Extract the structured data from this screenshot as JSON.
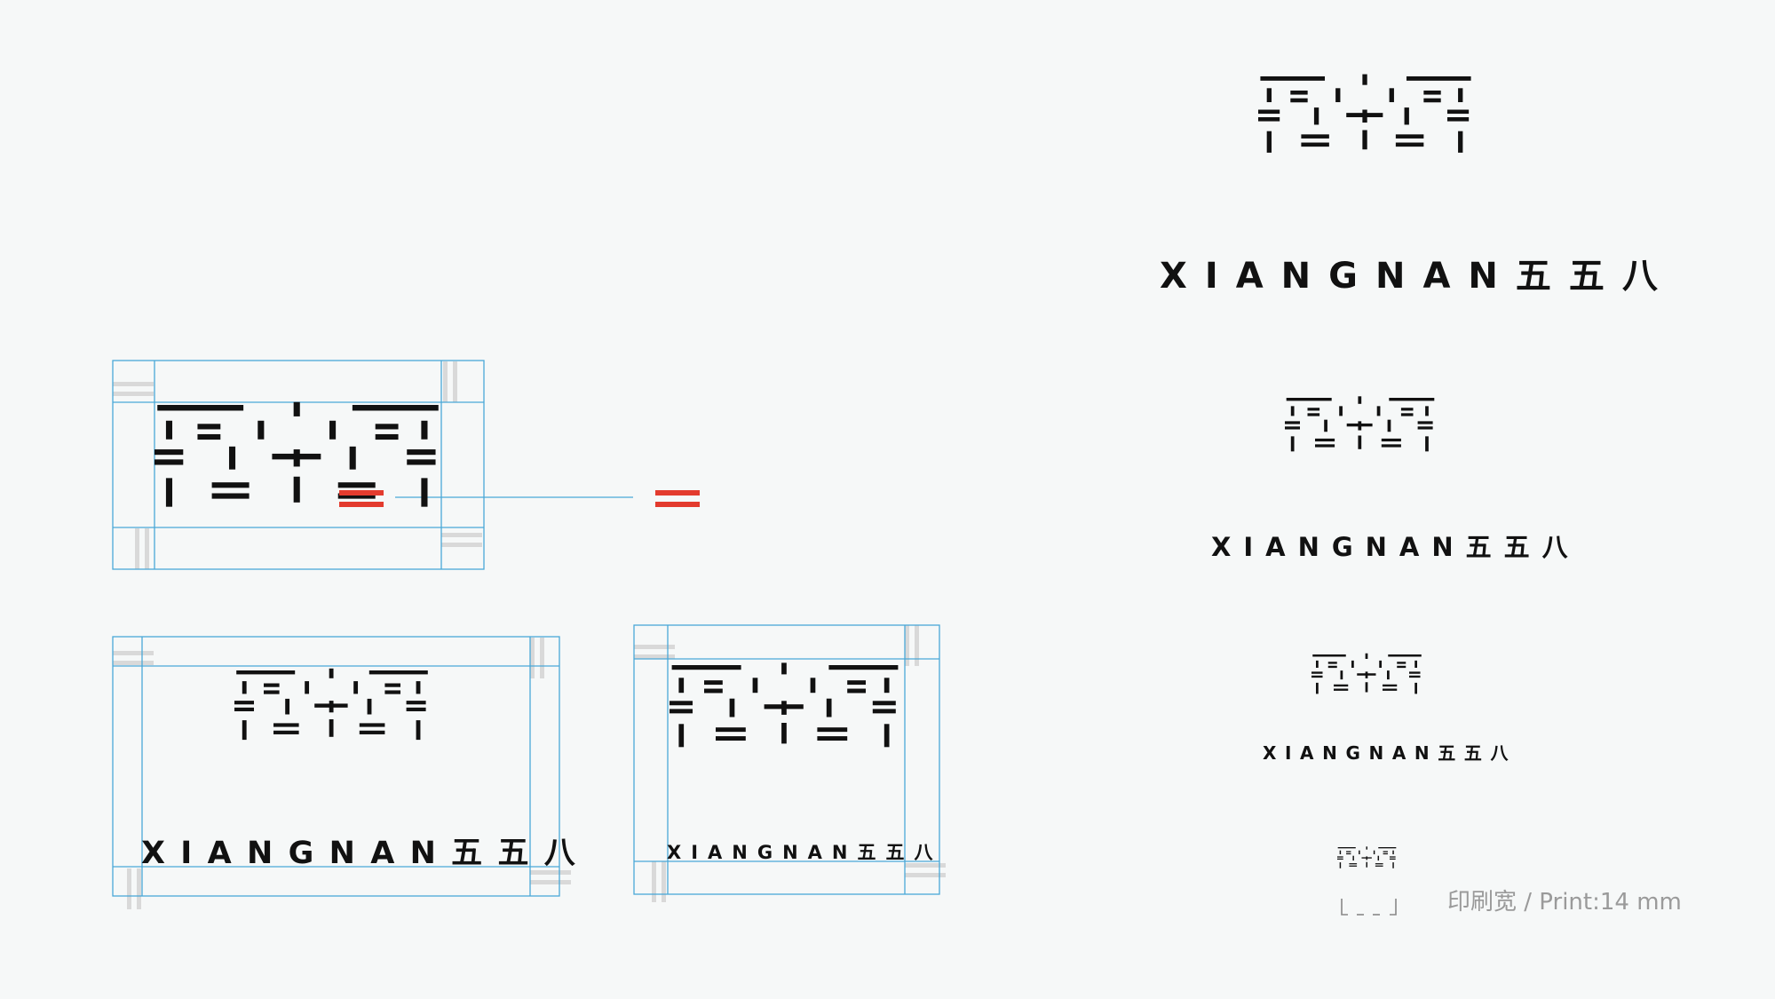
{
  "colors": {
    "background": "#f6f8f8",
    "logo": "#111111",
    "accent": "#e33b2e",
    "guide": "#4aa8d8",
    "margin_mark": "#d9d9d9",
    "caption": "#9a9a9a"
  },
  "wordmark": "XIANGNAN五五八",
  "print_note": "印刷宽 / Print:14 mm",
  "icons": [
    "logo-glyph",
    "equals-mark",
    "print-width-bracket"
  ]
}
